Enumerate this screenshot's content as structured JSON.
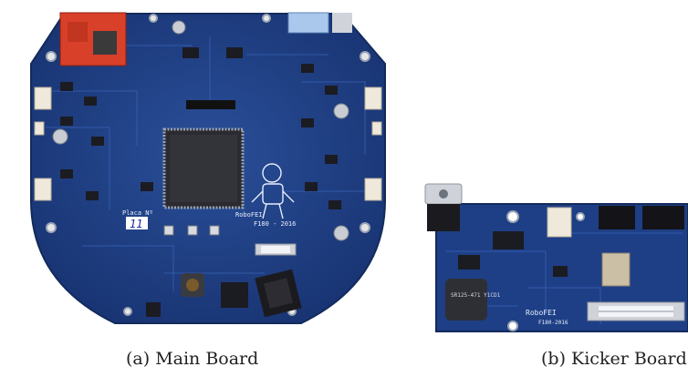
{
  "figure": {
    "panels": [
      {
        "caption": "(a) Main Board",
        "silkscreen": {
          "logo": "RoboFEI",
          "model": "F180 - 2016",
          "plate_label": "Placa Nº",
          "plate_number": "11"
        }
      },
      {
        "caption": "(b) Kicker Board",
        "silkscreen": {
          "logo": "RoboFEI",
          "model": "F180-2016",
          "inductor": "SR125-471 Y1CD1"
        }
      }
    ]
  },
  "colors": {
    "pcb": "#1e3f86",
    "trace": "#2c57a6",
    "chip": "#2a2a30",
    "silk": "#e8eefc",
    "radio": "#d9402a",
    "fuse_metal": "#b9bcc2"
  }
}
